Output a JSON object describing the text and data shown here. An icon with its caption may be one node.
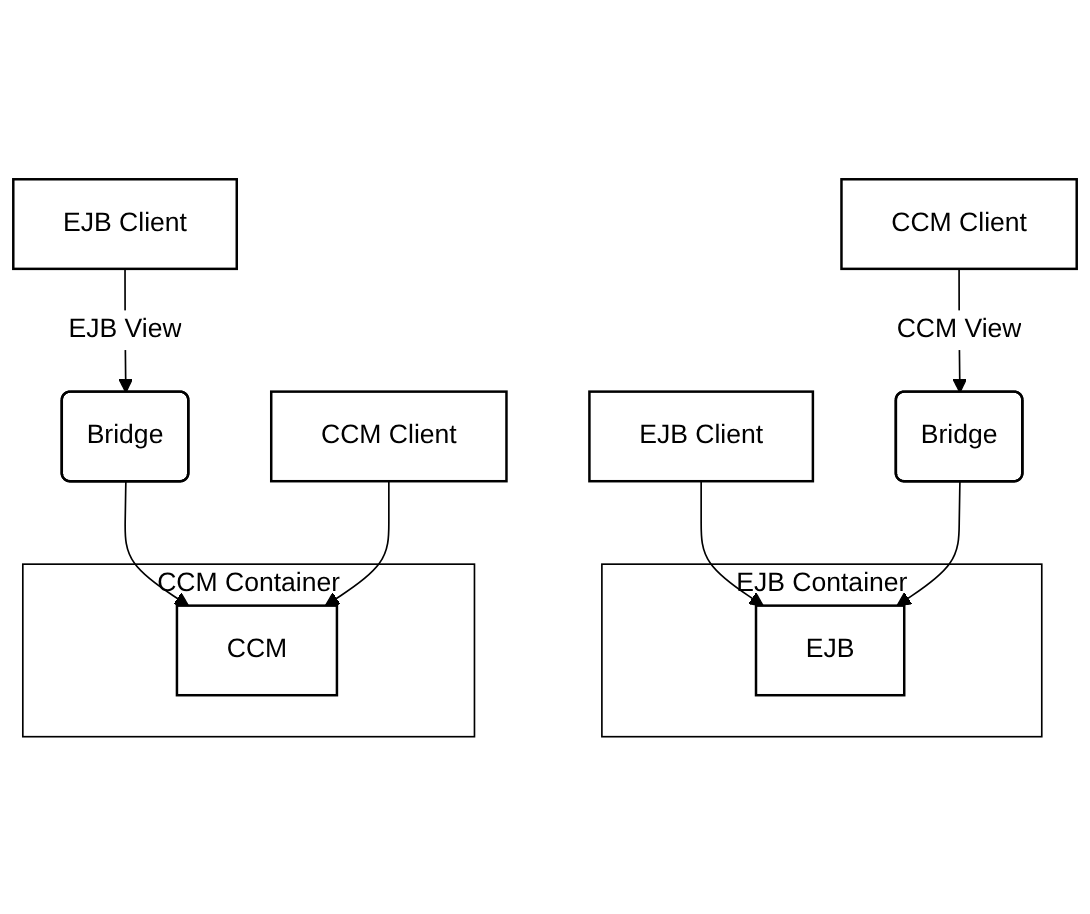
{
  "diagram": {
    "nodes": [
      {
        "text": [
          "CCM Client"
        ]
      },
      {
        "text": [
          "EJB Client"
        ]
      },
      {
        "text": [
          "Bridge"
        ]
      },
      {
        "text": [
          "EJB Container"
        ]
      },
      {
        "text": [
          "EJB"
        ],
        "in": 3
      },
      {
        "text": [
          "EJB Client"
        ]
      },
      {
        "text": [
          "CCM Client"
        ]
      },
      {
        "text": [
          "Bridge"
        ]
      },
      {
        "text": [
          "CCM Container"
        ]
      },
      {
        "text": [
          "CCM"
        ],
        "in": 8
      }
    ],
    "edges": [
      {
        "from": 0,
        "to": 2,
        "arrow": "to",
        "label": "CCM View"
      },
      {
        "from": 1,
        "to": 4,
        "arrow": "to"
      },
      {
        "from": 2,
        "to": 4,
        "arrow": "to"
      },
      {
        "from": 5,
        "to": 7,
        "arrow": "to",
        "label": "EJB View"
      },
      {
        "from": 7,
        "to": 9,
        "arrow": "to"
      },
      {
        "from": 6,
        "to": 9,
        "arrow": "to"
      }
    ]
  }
}
